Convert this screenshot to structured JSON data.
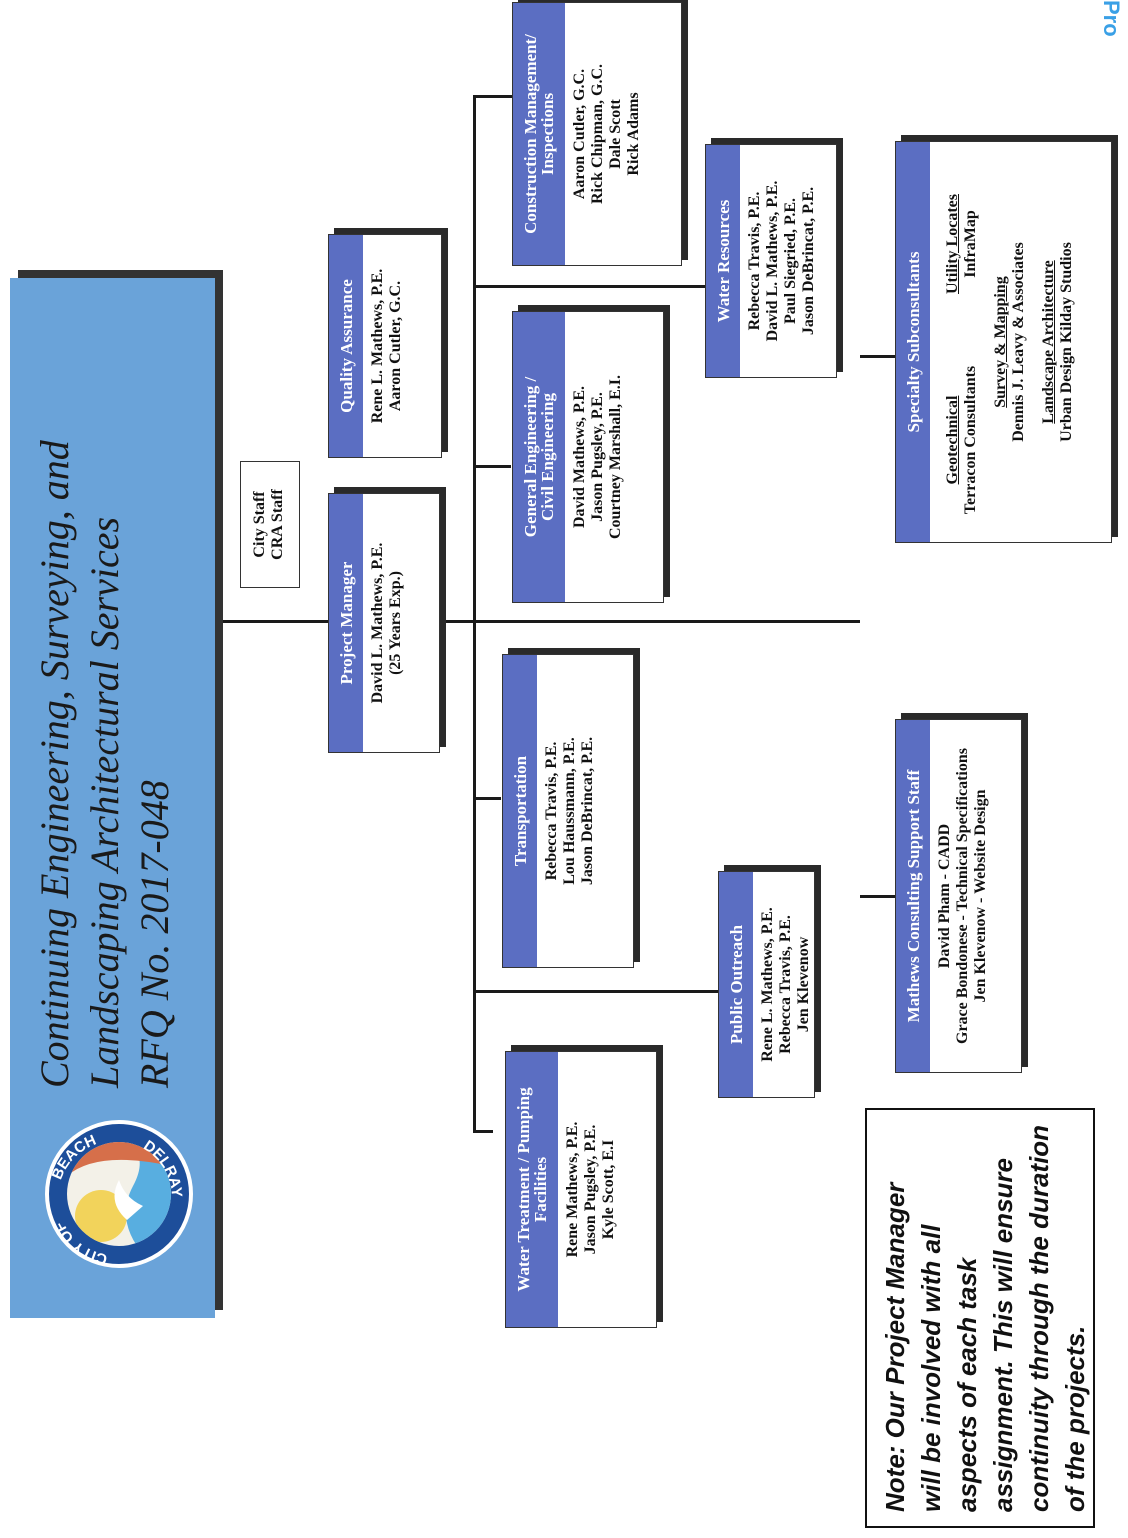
{
  "corner_text": "Pro",
  "banner": {
    "line1": "Continuing Engineering, Surveying, and",
    "line2": "Landscaping Architectural Services",
    "line3": "RFQ No. 2017-048"
  },
  "logo": {
    "top": "CITY OF",
    "right": "BEACH",
    "bottom": "DELRAY",
    "icon": "city-seal-icon"
  },
  "note": {
    "l1": "Note:  Our Project Manager",
    "l2": "will  be  involved  with  all",
    "l3": "aspects   of   each   task",
    "l4": "assignment.  This will ensure",
    "l5": "continuity through the duration",
    "l6": "of the projects."
  },
  "city_staff": {
    "l1": "City Staff",
    "l2": "CRA Staff"
  },
  "pm": {
    "title": "Project Manager",
    "l1": "David L. Mathews, P.E.",
    "l2": "(25 Years Exp.)"
  },
  "qa": {
    "title": "Quality Assurance",
    "l1": "Rene L. Mathews, P.E.",
    "l2": "Aaron Cutler, G.C."
  },
  "water_treatment": {
    "title1": "Water Treatment / Pumping",
    "title2": "Facilities",
    "l1": "Rene Mathews, P.E.",
    "l2": "Jason Pugsley, P.E.",
    "l3": "Kyle Scott, E.I"
  },
  "transportation": {
    "title": "Transportation",
    "l1": "Rebecca Travis, P.E.",
    "l2": "Lou Haussmann, P.E.",
    "l3": "Jason DeBrincat, P.E."
  },
  "general_eng": {
    "title1": "General Engineering /",
    "title2": "Civil Engineering",
    "l1": "David Mathews, P.E.",
    "l2": "Jason Pugsley, P.E.",
    "l3": "Courtney Marshall, E.I."
  },
  "construction": {
    "title1": "Construction Management/",
    "title2": "Inspections",
    "l1": "Aaron Cutler, G.C.",
    "l2": "Rick Chipman, G.C.",
    "l3": "Dale Scott",
    "l4": "Rick Adams"
  },
  "public_outreach": {
    "title": "Public Outreach",
    "l1": "Rene L. Mathews, P.E.",
    "l2": "Rebecca Travis, P.E.",
    "l3": "Jen Klevenow"
  },
  "water_resources": {
    "title": "Water Resources",
    "l1": "Rebecca Travis, P.E.",
    "l2": "David L. Mathews, P.E.",
    "l3": "Paul Siegried, P.E.",
    "l4": "Jason DeBrincat, P.E."
  },
  "support_staff": {
    "title": "Mathews Consulting Support Staff",
    "l1": "David Pham - CADD",
    "l2": "Grace Bondonese - Technical Specifications",
    "l3": "Jen Klevenow - Website Design"
  },
  "specialty": {
    "title": "Specialty Subconsultants",
    "geo_h": "Geotechnical",
    "geo_v": "Terracon Consultants",
    "util_h": "Utility Locates",
    "util_v": "InfraMap",
    "survey_h": "Survey & Mapping",
    "survey_v": "Dennis J. Leavy & Associates",
    "land_h": "Landscape Architecture",
    "land_v": "Urban Design Kilday Studios"
  }
}
